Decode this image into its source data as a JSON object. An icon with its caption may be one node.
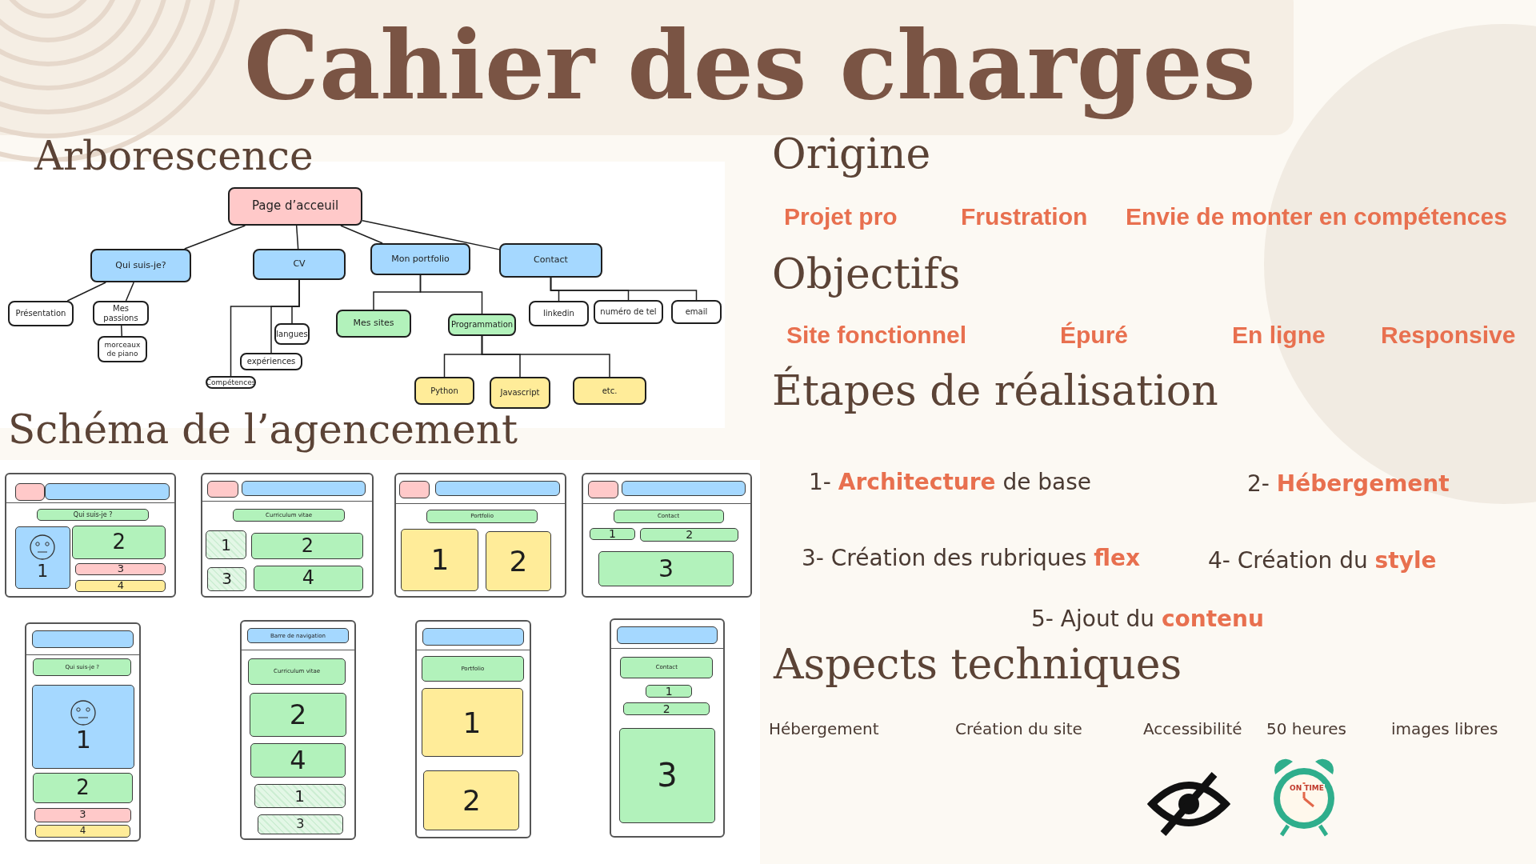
{
  "diagram": {
    "title": "Cahier des charges",
    "nodes": [
      {
        "text": [
          "Page d’acceuil"
        ]
      },
      {
        "text": [
          "Qui suis-je?"
        ]
      },
      {
        "text": [
          "CV"
        ]
      },
      {
        "text": [
          "Mon portfolio"
        ]
      },
      {
        "text": [
          "Contact"
        ]
      },
      {
        "text": [
          "Présentation"
        ]
      },
      {
        "text": [
          "Mes passions"
        ]
      },
      {
        "text": [
          "Mes sites"
        ]
      },
      {
        "text": [
          "Programmation"
        ]
      },
      {
        "text": [
          "linkedin"
        ]
      },
      {
        "text": [
          "numéro de tel"
        ]
      },
      {
        "text": [
          "email"
        ]
      },
      {
        "text": [
          "langues"
        ]
      },
      {
        "text": [
          "morceaux de piano"
        ]
      },
      {
        "text": [
          "expériences"
        ]
      },
      {
        "text": [
          "Compétences"
        ]
      },
      {
        "text": [
          "Python"
        ]
      },
      {
        "text": [
          "Javascript"
        ]
      },
      {
        "text": [
          "etc."
        ]
      },
      {
        "text": [],
        "shape": "box"
      },
      {
        "text": [],
        "shape": "box",
        "in": 19
      },
      {
        "text": [],
        "shape": "box",
        "in": 19
      },
      {
        "text": [
          "Qui suis-je ?"
        ],
        "in": 19
      },
      {
        "text": [
          "1"
        ],
        "in": 19
      },
      {
        "text": [
          "2"
        ],
        "in": 19
      },
      {
        "text": [
          "3"
        ],
        "in": 19
      },
      {
        "text": [
          "4"
        ],
        "in": 19
      },
      {
        "text": [],
        "shape": "box"
      },
      {
        "text": [],
        "shape": "box",
        "in": 27
      },
      {
        "text": [],
        "shape": "box",
        "in": 27
      },
      {
        "text": [
          "Curriculum vitae"
        ],
        "in": 27
      },
      {
        "text": [
          "1"
        ],
        "in": 27
      },
      {
        "text": [
          "2"
        ],
        "in": 27
      },
      {
        "text": [
          "3"
        ],
        "in": 27
      },
      {
        "text": [
          "4"
        ],
        "in": 27
      },
      {
        "text": [],
        "shape": "box"
      },
      {
        "text": [],
        "shape": "box",
        "in": 35
      },
      {
        "text": [],
        "shape": "box",
        "in": 35
      },
      {
        "text": [
          "Portfolio"
        ],
        "in": 35
      },
      {
        "text": [
          "1"
        ],
        "in": 35
      },
      {
        "text": [
          "2"
        ],
        "in": 35
      },
      {
        "text": [],
        "shape": "box"
      },
      {
        "text": [],
        "shape": "box",
        "in": 41
      },
      {
        "text": [],
        "shape": "box",
        "in": 41
      },
      {
        "text": [
          "Contact"
        ],
        "in": 41
      },
      {
        "text": [
          "1"
        ],
        "in": 41
      },
      {
        "text": [
          "2"
        ],
        "in": 41
      },
      {
        "text": [
          "3"
        ],
        "in": 41
      },
      {
        "text": [],
        "shape": "box"
      },
      {
        "text": [],
        "shape": "box",
        "in": 48
      },
      {
        "text": [
          "Qui suis-je ?"
        ],
        "in": 48
      },
      {
        "text": [
          "1"
        ],
        "in": 48
      },
      {
        "text": [
          "2"
        ],
        "in": 48
      },
      {
        "text": [
          "3"
        ],
        "in": 48
      },
      {
        "text": [
          "4"
        ],
        "in": 48
      },
      {
        "text": [],
        "shape": "box"
      },
      {
        "text": [
          "Barre de navigation"
        ],
        "in": 55
      },
      {
        "text": [
          "Curriculum vitae"
        ],
        "in": 55
      },
      {
        "text": [
          "2"
        ],
        "in": 55
      },
      {
        "text": [
          "4"
        ],
        "in": 55
      },
      {
        "text": [
          "1"
        ],
        "in": 55
      },
      {
        "text": [
          "3"
        ],
        "in": 55
      },
      {
        "text": [],
        "shape": "box"
      },
      {
        "text": [],
        "shape": "box",
        "in": 62
      },
      {
        "text": [
          "Portfolio"
        ],
        "in": 62
      },
      {
        "text": [
          "1"
        ],
        "in": 62
      },
      {
        "text": [
          "2"
        ],
        "in": 62
      },
      {
        "text": [],
        "shape": "box"
      },
      {
        "text": [],
        "shape": "box",
        "in": 67
      },
      {
        "text": [
          "Contact"
        ],
        "in": 67
      },
      {
        "text": [
          "1"
        ],
        "in": 67
      },
      {
        "text": [
          "2"
        ],
        "in": 67
      },
      {
        "text": [
          "3"
        ],
        "in": 67
      }
    ],
    "edges": [
      {
        "from": 0,
        "to": 1,
        "arrow": "none"
      },
      {
        "from": 0,
        "to": 2,
        "arrow": "none"
      },
      {
        "from": 0,
        "to": 3,
        "arrow": "none"
      },
      {
        "from": 0,
        "to": 4,
        "arrow": "none"
      },
      {
        "from": 1,
        "to": 5,
        "arrow": "none"
      },
      {
        "from": 1,
        "to": 6,
        "arrow": "none"
      },
      {
        "from": 6,
        "to": 13,
        "arrow": "none"
      },
      {
        "from": 2,
        "to": 12,
        "arrow": "none"
      },
      {
        "from": 2,
        "to": 14,
        "arrow": "none"
      },
      {
        "from": 2,
        "to": 15,
        "arrow": "none"
      },
      {
        "from": 3,
        "to": 7,
        "arrow": "none"
      },
      {
        "from": 3,
        "to": 8,
        "arrow": "none"
      },
      {
        "from": 8,
        "to": 16,
        "arrow": "none"
      },
      {
        "from": 8,
        "to": 17,
        "arrow": "none"
      },
      {
        "from": 8,
        "to": 18,
        "arrow": "none"
      },
      {
        "from": 4,
        "to": 9,
        "arrow": "none"
      },
      {
        "from": 4,
        "to": 10,
        "arrow": "none"
      },
      {
        "from": 4,
        "to": 11,
        "arrow": "none"
      }
    ],
    "labels": [
      "Arborescence",
      "Schéma de l’agencement",
      "Origine",
      "Projet pro",
      "Frustration",
      "Envie de monter en compétences",
      "Objectifs",
      "Site fonctionnel",
      "Épuré",
      "En ligne",
      "Responsive",
      "Étapes de réalisation",
      "1- **Architecture** de base",
      "2- **Hébergement**",
      "3- Création des rubriques **flex**",
      "4- Création du **style**",
      "5- Ajout du **contenu**",
      "Aspects techniques",
      "Hébergement",
      "Création du site",
      "Accessibilité",
      "50 heures",
      "images libres",
      "ON TIME"
    ]
  }
}
